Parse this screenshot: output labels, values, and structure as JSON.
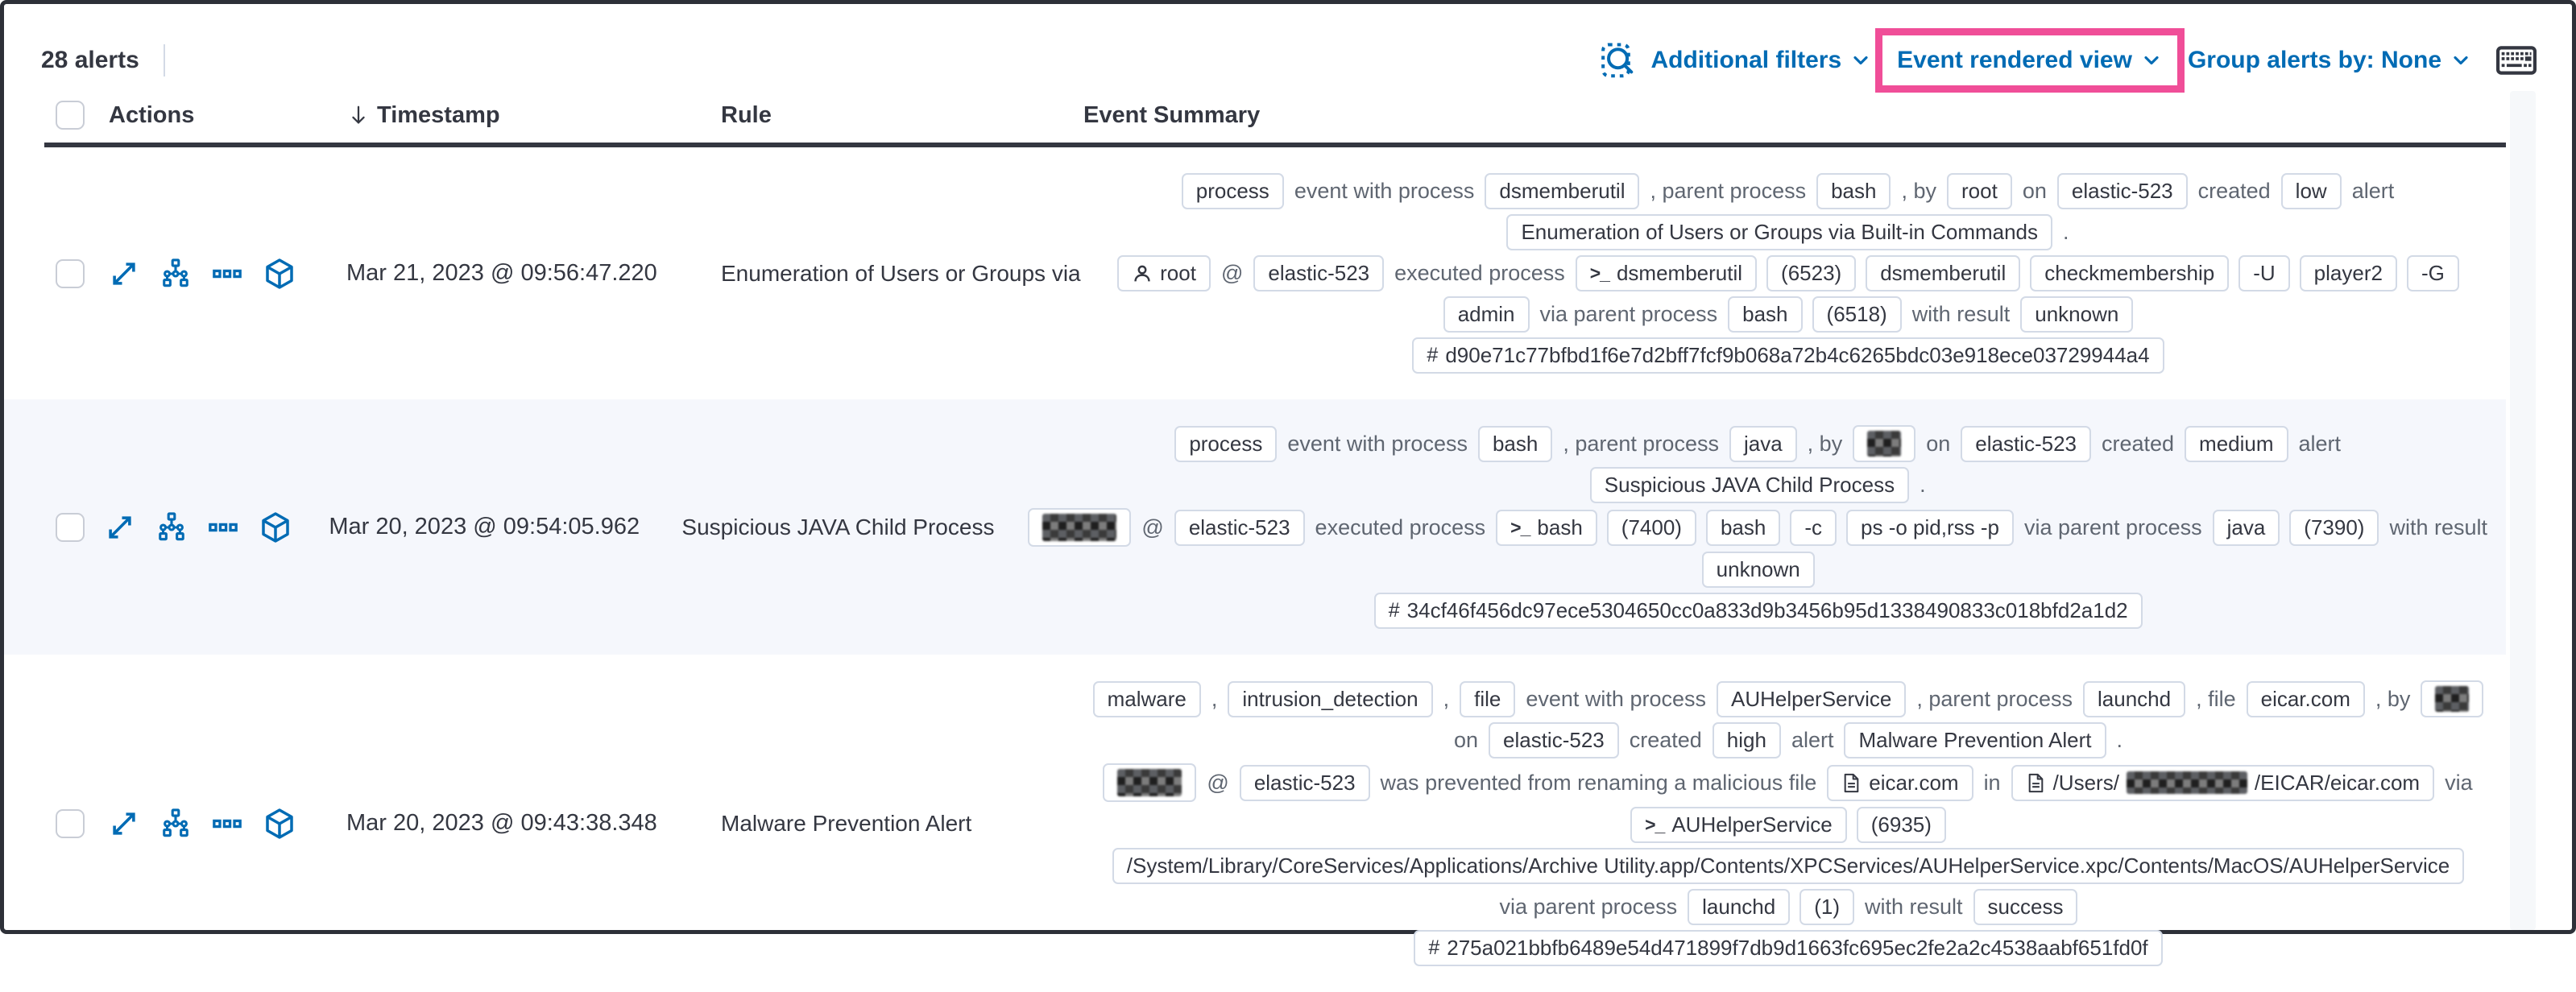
{
  "colors": {
    "accent_pink": "#f04e98",
    "primary_blue": "#006bb4",
    "dark_text": "#343741"
  },
  "toolbar": {
    "alert_count": "28 alerts",
    "inspect_icon": "inspect-icon",
    "additional_filters_label": "Additional filters",
    "view_selector_label": "Event rendered view",
    "group_alerts_label": "Group alerts by: None",
    "keyboard_icon": "keyboard-shortcuts-icon"
  },
  "table": {
    "columns": {
      "actions": "Actions",
      "timestamp": "Timestamp",
      "rule": "Rule",
      "event_summary": "Event Summary"
    },
    "sort_icon": "sort-down-arrow-icon",
    "action_icons": [
      "open-alert-details",
      "analyze-event",
      "more-actions",
      "investigate-in-timeline"
    ],
    "rows": [
      {
        "timestamp": "Mar 21, 2023 @ 09:56:47.220",
        "rule": "Enumeration of Users or Groups via Bui",
        "summary_lines": [
          [
            {
              "b": "process"
            },
            {
              "t": "event with process"
            },
            {
              "b": "dsmemberutil"
            },
            {
              "t": ", parent process"
            },
            {
              "b": "bash"
            },
            {
              "t": ", by"
            },
            {
              "b": "root"
            },
            {
              "t": "on"
            },
            {
              "b": "elastic-523"
            },
            {
              "t": "created"
            },
            {
              "b": "low"
            },
            {
              "t": "alert"
            }
          ],
          [
            {
              "b": "Enumeration of Users or Groups via Built-in Commands"
            },
            {
              "t": "."
            }
          ],
          [
            {
              "b": "root",
              "icon": "user"
            },
            {
              "t": "@"
            },
            {
              "b": "elastic-523"
            },
            {
              "t": "executed process"
            },
            {
              "b": "dsmemberutil",
              "icon": "terminal"
            },
            {
              "b": "(6523)"
            },
            {
              "b": "dsmemberutil"
            },
            {
              "b": "checkmembership"
            },
            {
              "b": "-U"
            },
            {
              "b": "player2"
            },
            {
              "b": "-G"
            }
          ],
          [
            {
              "b": "admin"
            },
            {
              "t": "via parent process"
            },
            {
              "b": "bash"
            },
            {
              "b": "(6518)"
            },
            {
              "t": "with result"
            },
            {
              "b": "unknown"
            }
          ],
          [
            {
              "b": "d90e71c77bfbd1f6e7d2bff7fcf9b068a72b4c6265bdc03e918ece03729944a4",
              "icon": "hash"
            }
          ]
        ]
      },
      {
        "timestamp": "Mar 20, 2023 @ 09:54:05.962",
        "rule": "Suspicious JAVA Child Process",
        "summary_lines": [
          [
            {
              "b": "process"
            },
            {
              "t": "event with process"
            },
            {
              "b": "bash"
            },
            {
              "t": ", parent process"
            },
            {
              "b": "java"
            },
            {
              "t": ", by"
            },
            {
              "b": "",
              "redact": "r-sm"
            },
            {
              "t": "on"
            },
            {
              "b": "elastic-523"
            },
            {
              "t": "created"
            },
            {
              "b": "medium"
            },
            {
              "t": "alert"
            }
          ],
          [
            {
              "b": "Suspicious JAVA Child Process"
            },
            {
              "t": "."
            }
          ],
          [
            {
              "b": "",
              "redact": "r-lg"
            },
            {
              "t": "@"
            },
            {
              "b": "elastic-523"
            },
            {
              "t": "executed process"
            },
            {
              "b": "bash",
              "icon": "terminal"
            },
            {
              "b": "(7400)"
            },
            {
              "b": "bash"
            },
            {
              "b": "-c"
            },
            {
              "b": "ps -o pid,rss -p"
            },
            {
              "t": "via parent process"
            },
            {
              "b": "java"
            },
            {
              "b": "(7390)"
            },
            {
              "t": "with result"
            }
          ],
          [
            {
              "b": "unknown"
            }
          ],
          [
            {
              "b": "34cf46f456dc97ece5304650cc0a833d9b3456b95d1338490833c018bfd2a1d2",
              "icon": "hash"
            }
          ]
        ]
      },
      {
        "timestamp": "Mar 20, 2023 @ 09:43:38.348",
        "rule": "Malware Prevention Alert",
        "summary_lines": [
          [
            {
              "b": "malware"
            },
            {
              "t": ","
            },
            {
              "b": "intrusion_detection"
            },
            {
              "t": ","
            },
            {
              "b": "file"
            },
            {
              "t": "event with process"
            },
            {
              "b": "AUHelperService"
            },
            {
              "t": ", parent process"
            },
            {
              "b": "launchd"
            },
            {
              "t": ", file"
            },
            {
              "b": "eicar.com"
            },
            {
              "t": ", by"
            },
            {
              "b": "",
              "redact": "r-sm"
            }
          ],
          [
            {
              "t": "on"
            },
            {
              "b": "elastic-523"
            },
            {
              "t": "created"
            },
            {
              "b": "high"
            },
            {
              "t": "alert"
            },
            {
              "b": "Malware Prevention Alert"
            },
            {
              "t": "."
            }
          ],
          [
            {
              "b": "",
              "redact": "r-md"
            },
            {
              "t": "@"
            },
            {
              "b": "elastic-523"
            },
            {
              "t": "was prevented from renaming a malicious file"
            },
            {
              "b": "eicar.com",
              "icon": "file"
            },
            {
              "t": "in"
            },
            {
              "b": "",
              "icon": "file",
              "parts": [
                {
                  "x": "text",
                  "v": "/Users/"
                },
                {
                  "x": "redact"
                },
                {
                  "x": "text",
                  "v": "/EICAR/eicar.com"
                }
              ]
            },
            {
              "t": "via"
            }
          ],
          [
            {
              "b": "AUHelperService",
              "icon": "terminal"
            },
            {
              "b": "(6935)"
            }
          ],
          [
            {
              "b": "/System/Library/CoreServices/Applications/Archive Utility.app/Contents/XPCServices/AUHelperService.xpc/Contents/MacOS/AUHelperService"
            }
          ],
          [
            {
              "t": "via parent process"
            },
            {
              "b": "launchd"
            },
            {
              "b": "(1)"
            },
            {
              "t": "with result"
            },
            {
              "b": "success"
            }
          ],
          [
            {
              "b": "275a021bbfb6489e54d471899f7db9d1663fc695ec2fe2a2c4538aabf651fd0f",
              "icon": "hash"
            }
          ]
        ]
      }
    ]
  }
}
